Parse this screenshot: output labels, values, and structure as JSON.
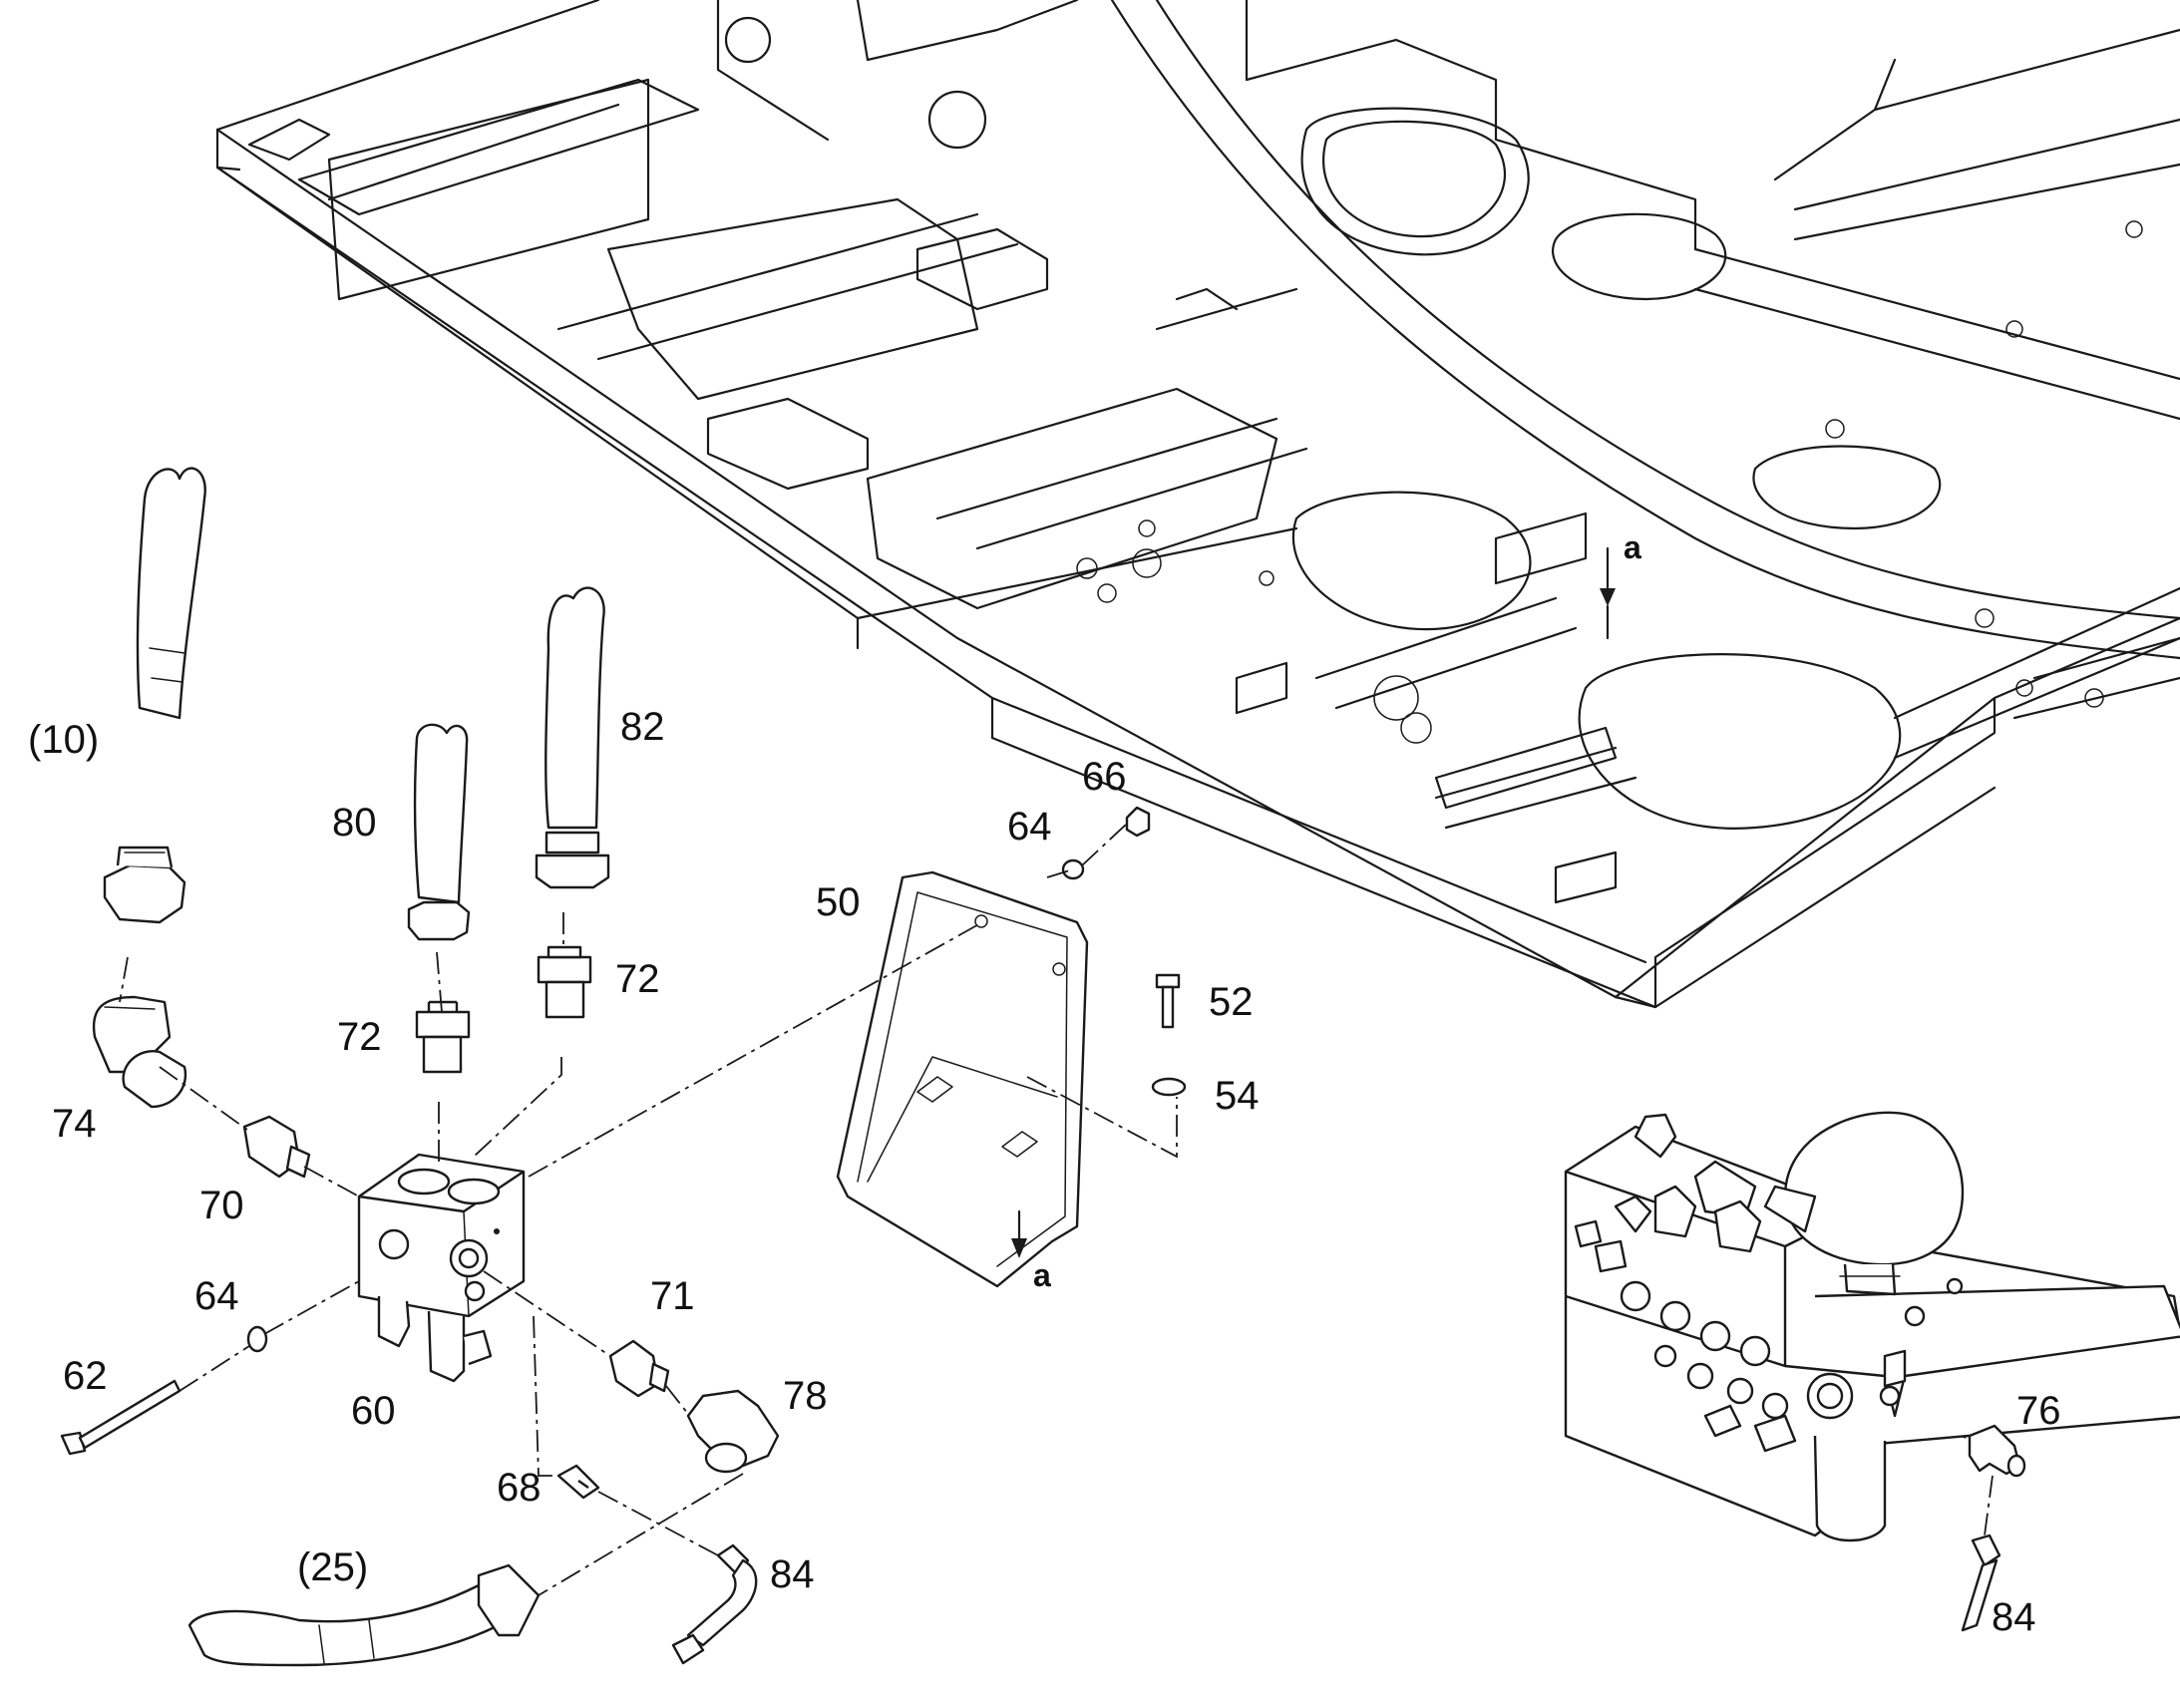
{
  "labels": {
    "p10": "(10)",
    "p25": "(25)",
    "p50": "50",
    "p52": "52",
    "p54": "54",
    "p60": "60",
    "p62": "62",
    "p64a": "64",
    "p64b": "64",
    "p66": "66",
    "p68": "68",
    "p70": "70",
    "p71": "71",
    "p72a": "72",
    "p72b": "72",
    "p74": "74",
    "p76": "76",
    "p78": "78",
    "p80": "80",
    "p82": "82",
    "p84a": "84",
    "p84b": "84",
    "view_a_top": "a",
    "view_a_bottom": "a"
  }
}
